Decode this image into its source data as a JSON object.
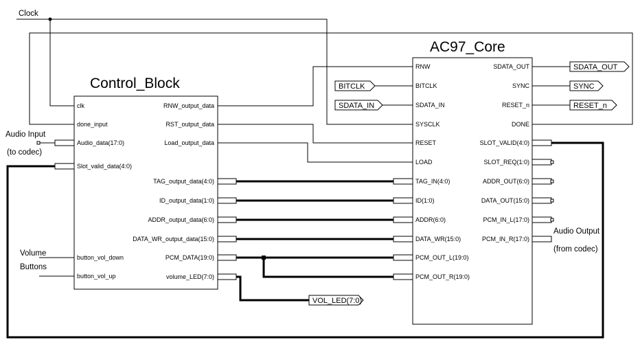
{
  "external_labels": {
    "clock": "Clock",
    "audio_input_line1": "Audio Input",
    "audio_input_line2": "(to codec)",
    "volume_line1": "Volume",
    "volume_line2": "Buttons",
    "audio_output_line1": "Audio Output",
    "audio_output_line2": "(from codec)"
  },
  "control_block": {
    "title": "Control_Block",
    "left_pins": [
      "clk",
      "done_input",
      "Audio_data(17:0)",
      "Slot_valid_data(4:0)",
      "button_vol_down",
      "button_vol_up"
    ],
    "right_pins": [
      "RNW_output_data",
      "RST_output_data",
      "Load_output_data",
      "TAG_output_data(4:0)",
      "ID_output_data(1:0)",
      "ADDR_output_data(6:0)",
      "DATA_WR_output_data(15:0)",
      "PCM_DATA(19:0)",
      "volume_LED(7:0)"
    ]
  },
  "ac97_core": {
    "title": "AC97_Core",
    "left_pins": [
      "RNW",
      "BITCLK",
      "SDATA_IN",
      "SYSCLK",
      "RESET",
      "LOAD",
      "TAG_IN(4:0)",
      "ID(1:0)",
      "ADDR(6:0)",
      "DATA_WR(15:0)",
      "PCM_OUT_L(19:0)",
      "PCM_OUT_R(19:0)"
    ],
    "right_pins": [
      "SDATA_OUT",
      "SYNC",
      "RESET_n",
      "DONE",
      "SLOT_VALID(4:0)",
      "SLOT_REQ(1:0)",
      "ADDR_OUT(6:0)",
      "DATA_OUT(15:0)",
      "PCM_IN_L(17:0)",
      "PCM_IN_R(17:0)"
    ]
  },
  "ports": {
    "bitclk": "BITCLK",
    "sdata_in": "SDATA_IN",
    "sdata_out": "SDATA_OUT",
    "sync": "SYNC",
    "reset_n": "RESET_n",
    "vol_led": "VOL_LED(7:0)"
  }
}
